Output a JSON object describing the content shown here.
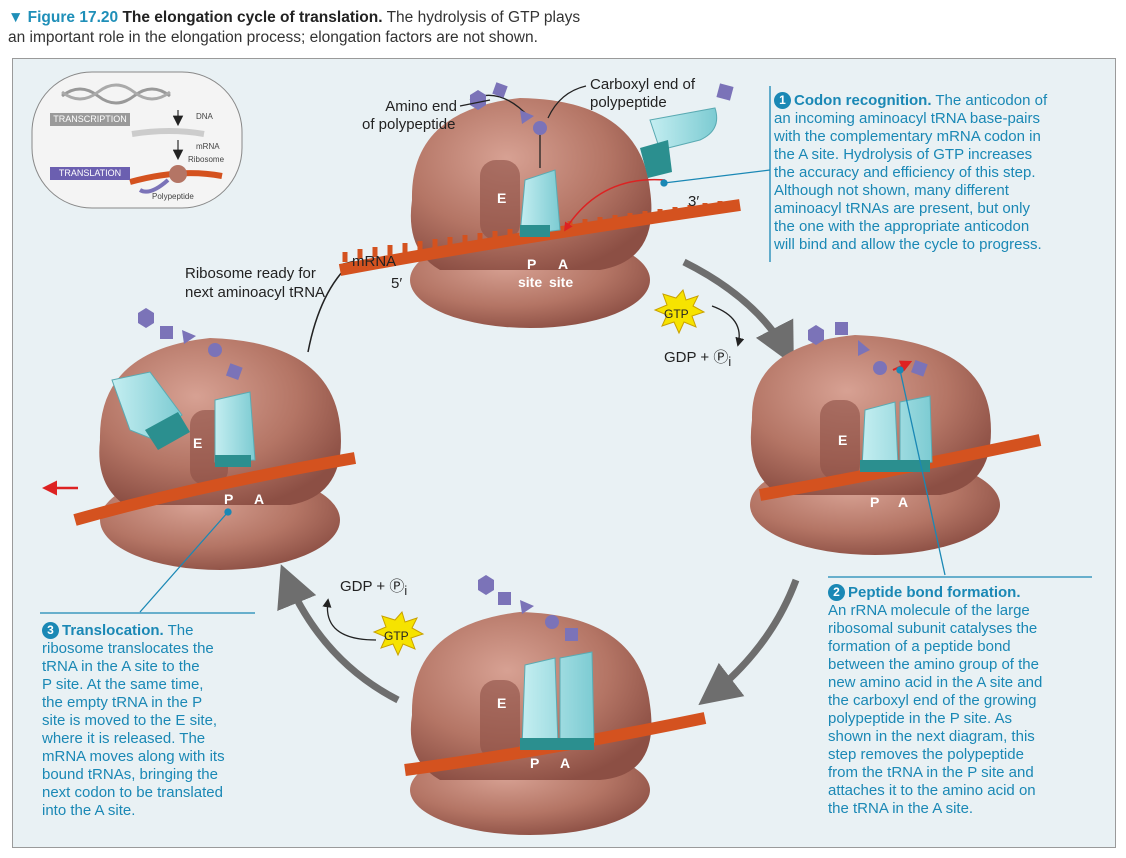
{
  "caption": {
    "arrow": "▼",
    "number": "Figure 17.20",
    "title": "The elongation cycle of translation.",
    "line1_rest": "The hydrolysis of GTP plays",
    "line2": "an important role in the elongation process; elongation factors are not shown."
  },
  "overview": {
    "dna": "DNA",
    "transcription": "TRANSCRIPTION",
    "mrna": "mRNA",
    "ribosome": "Ribosome",
    "translation": "TRANSLATION",
    "polypeptide": "Polypeptide"
  },
  "labels": {
    "amino_end_1": "Amino end",
    "amino_end_2": "of polypeptide",
    "carboxyl_end_1": "Carboxyl end of",
    "carboxyl_end_2": "polypeptide",
    "three_prime": "3′",
    "mrna": "mRNA",
    "five_prime": "5′",
    "ready_1": "Ribosome ready for",
    "ready_2": "next aminoacyl tRNA",
    "gtp": "GTP",
    "gdp_pi": "GDP + Ⓟ",
    "pi_sub": "i",
    "e": "E",
    "p": "P",
    "a": "A",
    "site": "site"
  },
  "callouts": {
    "step1": {
      "number": "1",
      "title": "Codon recognition.",
      "lines": [
        "The anticodon of",
        "an incoming aminoacyl tRNA base-pairs",
        "with the complementary mRNA codon in",
        "the A site. Hydrolysis of GTP increases",
        "the accuracy and efficiency of this step.",
        "Although not shown, many different",
        "aminoacyl tRNAs are present, but only",
        "the one with the appropriate anticodon",
        "will bind and allow the cycle to progress."
      ]
    },
    "step2": {
      "number": "2",
      "title": "Peptide bond formation.",
      "lines": [
        "An rRNA molecule of the large",
        "ribosomal subunit catalyses the",
        "formation of a peptide bond",
        "between the amino group of the",
        "new amino acid in the A site and",
        "the carboxyl end of the growing",
        "polypeptide in the P site. As",
        "shown in the next diagram, this",
        "step removes the polypeptide",
        "from the tRNA in the P site and",
        "attaches it to the amino acid on",
        "the tRNA in the A site."
      ]
    },
    "step3": {
      "number": "3",
      "title": "Translocation.",
      "lines": [
        "The",
        "ribosome translocates the",
        "tRNA in the A site to the",
        "P site. At the same time,",
        "the empty tRNA in the P",
        "site is moved to the E site,",
        "where it is released. The",
        "mRNA moves along with its",
        "bound tRNAs, bringing the",
        "next codon to be translated",
        "into the A site."
      ]
    }
  },
  "colors": {
    "accent": "#1a88b5",
    "ribosome": "#b47565",
    "ribosome_dark": "#8c4f44",
    "mrna": "#d4521f",
    "trna": "#9fdbe0",
    "anticodon": "#2b8f8f",
    "polypeptide": "#7b73b8",
    "gtp": "#f6e300",
    "cycle_arrow": "#6e6e6e",
    "panel_bg": "#e9f1f4"
  }
}
